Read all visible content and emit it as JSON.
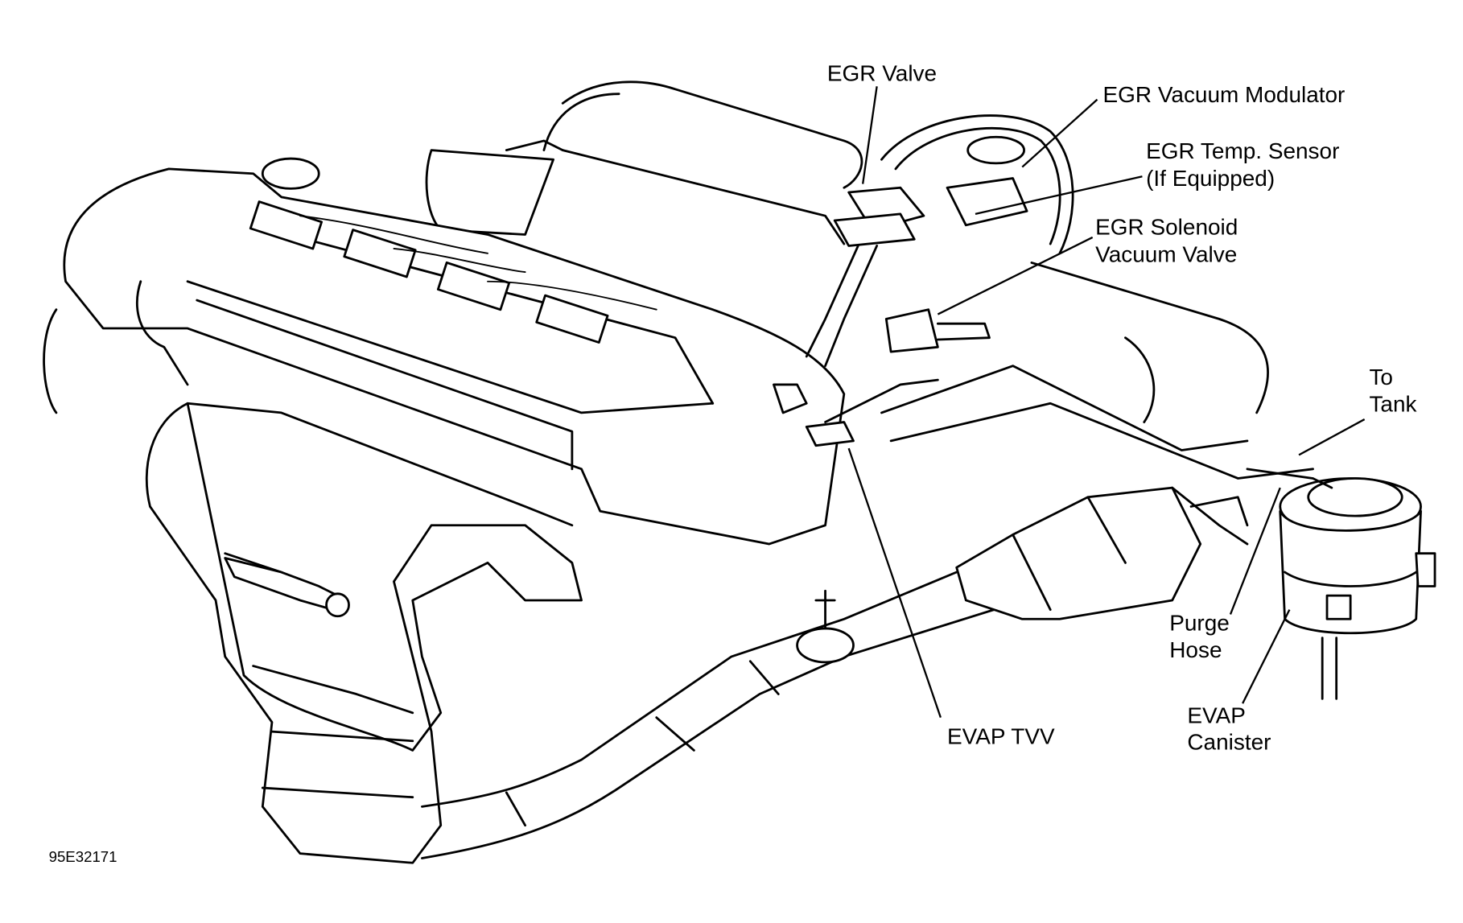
{
  "labels": {
    "egr_valve": "EGR Valve",
    "egr_vacuum_modulator": "EGR Vacuum Modulator",
    "egr_temp_sensor_line1": "EGR Temp. Sensor",
    "egr_temp_sensor_line2": "(If Equipped)",
    "egr_solenoid_line1": "EGR Solenoid",
    "egr_solenoid_line2": "Vacuum Valve",
    "to_tank_line1": "To",
    "to_tank_line2": "Tank",
    "purge_hose_line1": "Purge",
    "purge_hose_line2": "Hose",
    "evap_canister_line1": "EVAP",
    "evap_canister_line2": "Canister",
    "evap_tvv": "EVAP TVV"
  },
  "figure_code": "95E32171"
}
